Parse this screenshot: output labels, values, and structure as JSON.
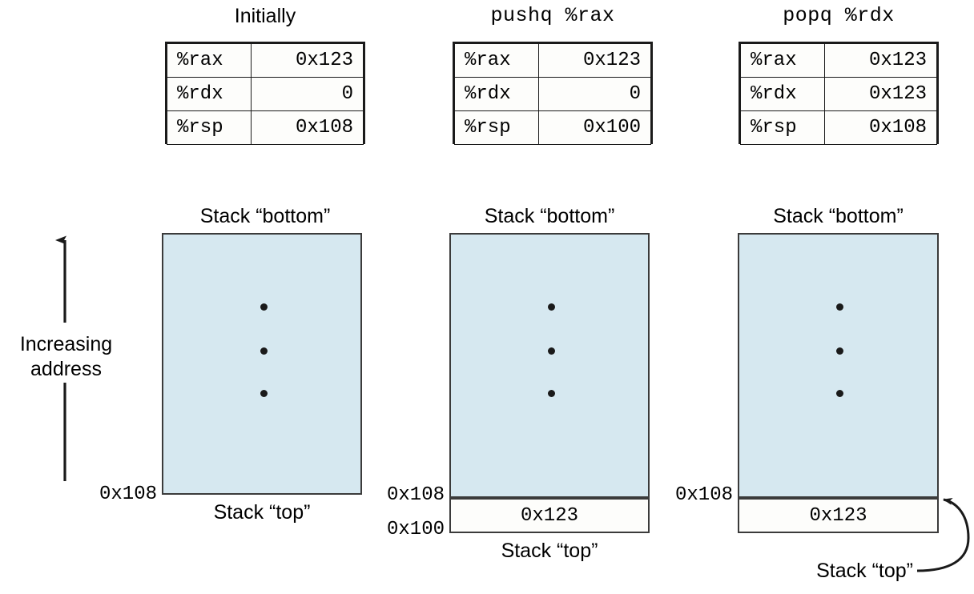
{
  "figure": {
    "axis": {
      "label_line1": "Increasing",
      "label_line2": "address",
      "direction_icon": "up-arrow-icon"
    },
    "columns": [
      {
        "id": "initially",
        "title": "Initially",
        "title_font": "sans",
        "registers": [
          {
            "name": "%rax",
            "value": "0x123"
          },
          {
            "name": "%rdx",
            "value": "0"
          },
          {
            "name": "%rsp",
            "value": "0x108"
          }
        ],
        "stack": {
          "top_caption": "Stack “bottom”",
          "bottom_caption": "Stack “top”",
          "ellipsis_dots": 3,
          "addresses": [
            {
              "text": "0x108",
              "at": "stack-bottom-edge"
            }
          ],
          "pushed_cells": []
        }
      },
      {
        "id": "pushq",
        "title": "pushq %rax",
        "title_font": "mono",
        "registers": [
          {
            "name": "%rax",
            "value": "0x123"
          },
          {
            "name": "%rdx",
            "value": "0"
          },
          {
            "name": "%rsp",
            "value": "0x100"
          }
        ],
        "stack": {
          "top_caption": "Stack “bottom”",
          "bottom_caption": "Stack “top”",
          "ellipsis_dots": 3,
          "addresses": [
            {
              "text": "0x108",
              "at": "blue-region-bottom-edge"
            },
            {
              "text": "0x100",
              "at": "pushed-cell-bottom-edge"
            }
          ],
          "pushed_cells": [
            {
              "value": "0x123",
              "filled": true
            }
          ]
        }
      },
      {
        "id": "popq",
        "title": "popq %rdx",
        "title_font": "mono",
        "registers": [
          {
            "name": "%rax",
            "value": "0x123"
          },
          {
            "name": "%rdx",
            "value": "0x123"
          },
          {
            "name": "%rsp",
            "value": "0x108"
          }
        ],
        "stack": {
          "top_caption": "Stack “bottom”",
          "bottom_caption": "Stack “top”",
          "ellipsis_dots": 3,
          "addresses": [
            {
              "text": "0x108",
              "at": "blue-region-bottom-edge"
            }
          ],
          "pushed_cells": [
            {
              "value": "0x123",
              "filled": false
            }
          ],
          "pointer_callout": {
            "label": "Stack “top”",
            "icon": "curved-arrow-icon",
            "points_to": "0x108 boundary"
          }
        }
      }
    ],
    "colors": {
      "stack_fill": "#d6e8f0",
      "cell_fill": "#fdfdfb",
      "stroke": "#3b3b3b",
      "table_stroke": "#1a1a1a",
      "text": "#000000"
    }
  }
}
